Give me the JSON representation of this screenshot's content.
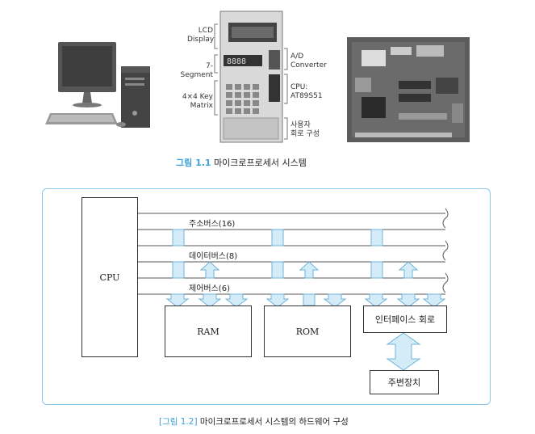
{
  "photos": {
    "labels": {
      "lcd_display": [
        "LCD",
        "Display"
      ],
      "seven_segment": "7-Segment",
      "key_matrix": [
        "4×4 Key",
        "Matrix"
      ],
      "ad_converter": [
        "A/D",
        "Converter"
      ],
      "cpu": [
        "CPU:",
        "AT89S51"
      ],
      "user_circuit": [
        "사용자",
        "회로 구성"
      ]
    }
  },
  "figure1": {
    "number": "그림 1.1",
    "title": "마이크로프로세서 시스템"
  },
  "diagram": {
    "cpu": "CPU",
    "address_bus": "주소버스(16)",
    "data_bus": "데이터버스(8)",
    "control_bus": "제어버스(6)",
    "ram": "RAM",
    "rom": "ROM",
    "interface": "인터페이스 회로",
    "peripheral": "주변장치"
  },
  "figure2": {
    "number": "[그림 1.2]",
    "title": "마이크로프로세서 시스템의 하드웨어 구성"
  },
  "colors": {
    "accent": "#3aa0d8",
    "arrow_fill": "#d4ebf8",
    "arrow_stroke": "#6fb3dc",
    "frame": "#8cc8ea"
  }
}
